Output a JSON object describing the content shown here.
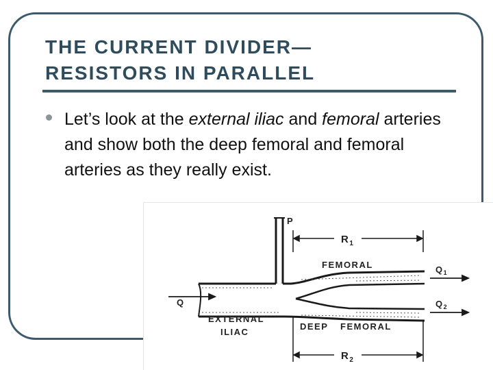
{
  "slide": {
    "title_line1": "THE CURRENT DIVIDER—",
    "title_line2": "RESISTORS IN PARALLEL",
    "bullet": {
      "text_before": "Let’s look at the ",
      "italic1": "external iliac",
      "text_mid1": " and ",
      "italic2": "femoral",
      "text_after": " arteries and show both the deep femoral and femoral arteries as they really exist."
    }
  },
  "figure": {
    "label_p": "P",
    "label_r1": "R",
    "label_r1_sub": "1",
    "label_r2": "R",
    "label_r2_sub": "2",
    "label_femoral": "FEMORAL",
    "label_q": "Q",
    "label_q1": "Q",
    "label_q1_sub": "1",
    "label_q2": "Q",
    "label_q2_sub": "2",
    "label_external": "EXTERNAL",
    "label_iliac": "ILIAC",
    "label_deep": "DEEP",
    "label_deep_femoral": "FEMORAL"
  }
}
